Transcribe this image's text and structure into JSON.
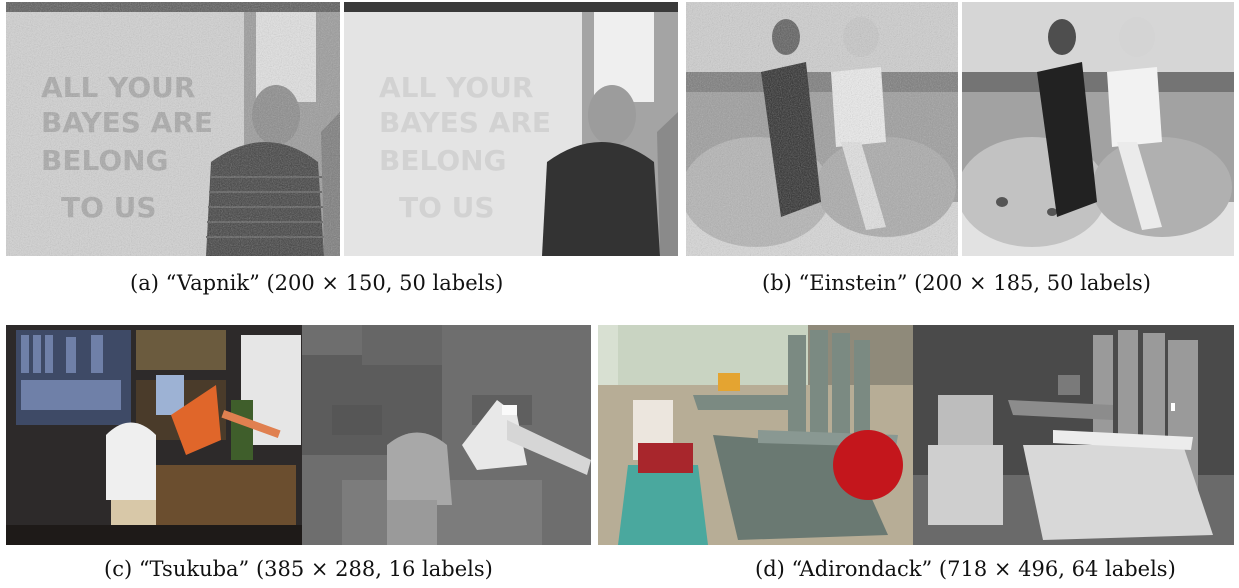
{
  "figures": [
    {
      "id": "a",
      "caption": "(a)  “Vapnik” (200 × 150, 50 labels)",
      "left_alt": "noisy grayscale photo of a man in a striped sweater in front of a whiteboard",
      "right_alt": "restored grayscale photo of the same man"
    },
    {
      "id": "b",
      "caption": "(b)  “Einstein” (200 × 185, 50 labels)",
      "left_alt": "noisy grayscale photo of two men sitting on a rock at the beach",
      "right_alt": "restored grayscale photo of the two men on the rock"
    },
    {
      "id": "c",
      "caption": "(c)  “Tsukuba” (385 × 288, 16 labels)",
      "left_alt": "color stereo image of a plaster head, orange lamp and shelves",
      "right_alt": "grayscale disparity map of the Tsukuba scene"
    },
    {
      "id": "d",
      "caption": "(d)  “Adirondack” (718 × 496, 64 labels)",
      "left_alt": "color stereo image of a green Adirondack chair with books and a red towel",
      "right_alt": "grayscale disparity map of the Adirondack chair"
    }
  ]
}
